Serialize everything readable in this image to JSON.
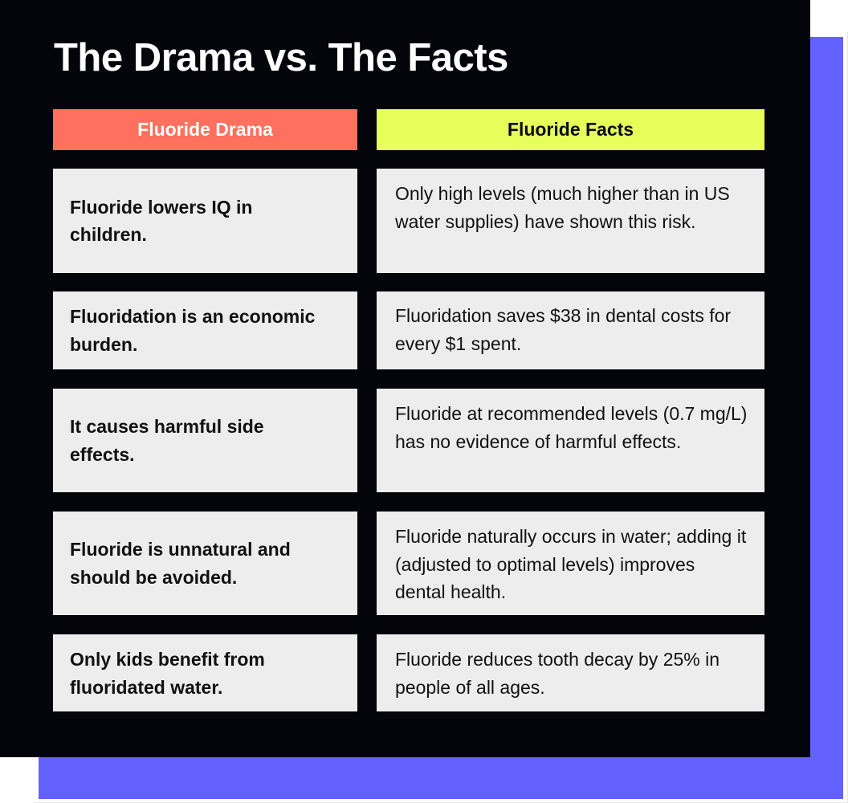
{
  "title": "The Drama vs. The Facts",
  "headers": {
    "drama": "Fluoride Drama",
    "facts": "Fluoride Facts"
  },
  "rows": [
    {
      "drama": "Fluoride lowers IQ in children.",
      "fact": "Only high levels (much higher than in US water supplies) have shown this risk."
    },
    {
      "drama": "Fluoridation is an economic burden.",
      "fact": "Fluoridation saves $38 in dental costs for every $1 spent."
    },
    {
      "drama": "It causes harmful side effects.",
      "fact": "Fluoride at recommended levels (0.7 mg/L) has no evidence of harmful effects."
    },
    {
      "drama": "Fluoride is unnatural and should be avoided.",
      "fact": "Fluoride naturally occurs in water; adding it (adjusted to optimal levels) improves dental health."
    },
    {
      "drama": "Only kids benefit from fluoridated water.",
      "fact": "Fluoride reduces tooth decay by 25% in people of all ages."
    }
  ],
  "colors": {
    "background": "#03050a",
    "accent_shadow": "#6462ff",
    "drama_header": "#ff705e",
    "facts_header": "#e6ff5a",
    "cell": "#ededed"
  }
}
